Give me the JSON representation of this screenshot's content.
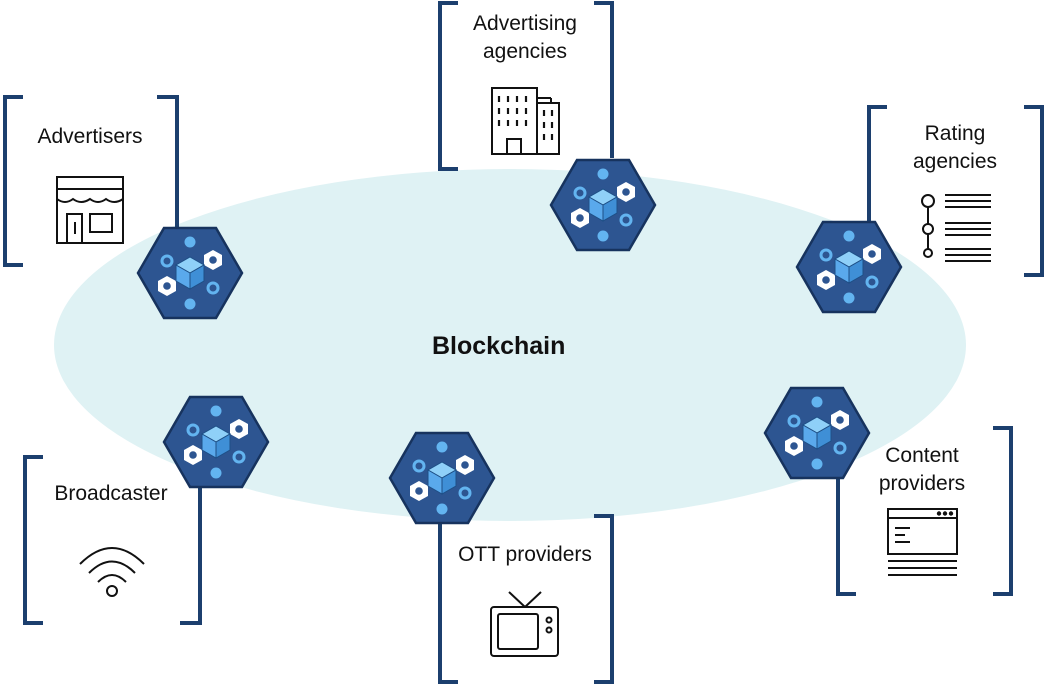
{
  "diagram": {
    "center_label": "Blockchain",
    "colors": {
      "ellipse": "#dff2f4",
      "bracket": "#1c3f6e",
      "node_fill": "#2d5591",
      "node_stroke": "#17335e",
      "cube": "#5aa9ec",
      "dot": "#63b4f0",
      "icon": "#111111"
    },
    "participants": [
      {
        "id": "advertisers",
        "label_lines": [
          "Advertisers"
        ],
        "icon": "storefront-icon"
      },
      {
        "id": "advertising-agencies",
        "label_lines": [
          "Advertising",
          "agencies"
        ],
        "icon": "office-building-icon"
      },
      {
        "id": "rating-agencies",
        "label_lines": [
          "Rating",
          "agencies"
        ],
        "icon": "rating-list-icon"
      },
      {
        "id": "broadcaster",
        "label_lines": [
          "Broadcaster"
        ],
        "icon": "wifi-signal-icon"
      },
      {
        "id": "ott-providers",
        "label_lines": [
          "OTT providers"
        ],
        "icon": "television-icon"
      },
      {
        "id": "content-providers",
        "label_lines": [
          "Content",
          "providers"
        ],
        "icon": "browser-window-icon"
      }
    ]
  }
}
